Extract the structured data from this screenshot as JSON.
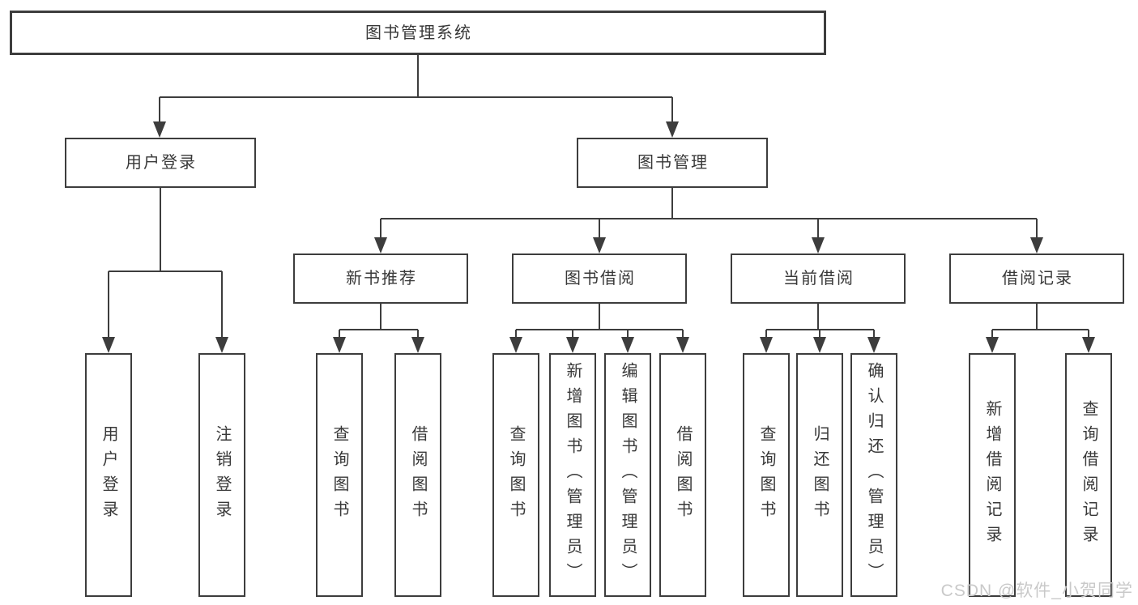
{
  "tree": {
    "label": "图书管理系统",
    "children": [
      {
        "label": "用户登录",
        "children": [
          {
            "label": "用户登录"
          },
          {
            "label": "注销登录"
          }
        ]
      },
      {
        "label": "图书管理",
        "children": [
          {
            "label": "新书推荐",
            "children": [
              {
                "label": "查询图书"
              },
              {
                "label": "借阅图书"
              }
            ]
          },
          {
            "label": "图书借阅",
            "children": [
              {
                "label": "查询图书"
              },
              {
                "label": "新增图书（管理员）"
              },
              {
                "label": "编辑图书（管理员）"
              },
              {
                "label": "借阅图书"
              }
            ]
          },
          {
            "label": "当前借阅",
            "children": [
              {
                "label": "查询图书"
              },
              {
                "label": "归还图书"
              },
              {
                "label": "确认归还（管理员）"
              }
            ]
          },
          {
            "label": "借阅记录",
            "children": [
              {
                "label": "新增借阅记录"
              },
              {
                "label": "查询借阅记录"
              }
            ]
          }
        ]
      }
    ]
  },
  "watermark": "CSDN @软件_小贺同学",
  "colors": {
    "line": "#3d3d3d",
    "text": "#383838",
    "background": "#ffffff",
    "watermark": "#c9c9c9"
  }
}
